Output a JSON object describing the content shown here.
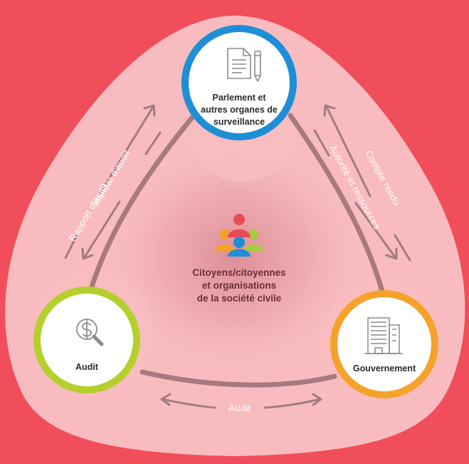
{
  "colors": {
    "background": "#f04e5a",
    "blob": "#f8bcc0",
    "center_glow": "#d9848d",
    "triangle_line": "#a87a7f",
    "arrow": "#a27c80",
    "parliament_ring": "#1e8fd6",
    "audit_ring": "#b5cf2c",
    "government_ring": "#f6a12a"
  },
  "nodes": {
    "parliament": {
      "icon": "document-pen-icon",
      "lines": [
        "Parlement et",
        "autres organes de",
        "surveillance"
      ]
    },
    "audit": {
      "icon": "dollar-magnifier-icon",
      "lines": [
        "Audit"
      ]
    },
    "government": {
      "icon": "office-building-icon",
      "lines": [
        "Gouvernement"
      ]
    }
  },
  "center": {
    "icon": "people-group-icon",
    "lines": [
      "Citoyens/citoyennes",
      "et organisations",
      "de la société civile"
    ]
  },
  "arrows": {
    "left_outer": "Rapport d'audit",
    "left_inner": "Mandat d'audit",
    "right_outer": "Compte rendu",
    "right_inner": "Autorité et ressources",
    "bottom": "Audit"
  }
}
